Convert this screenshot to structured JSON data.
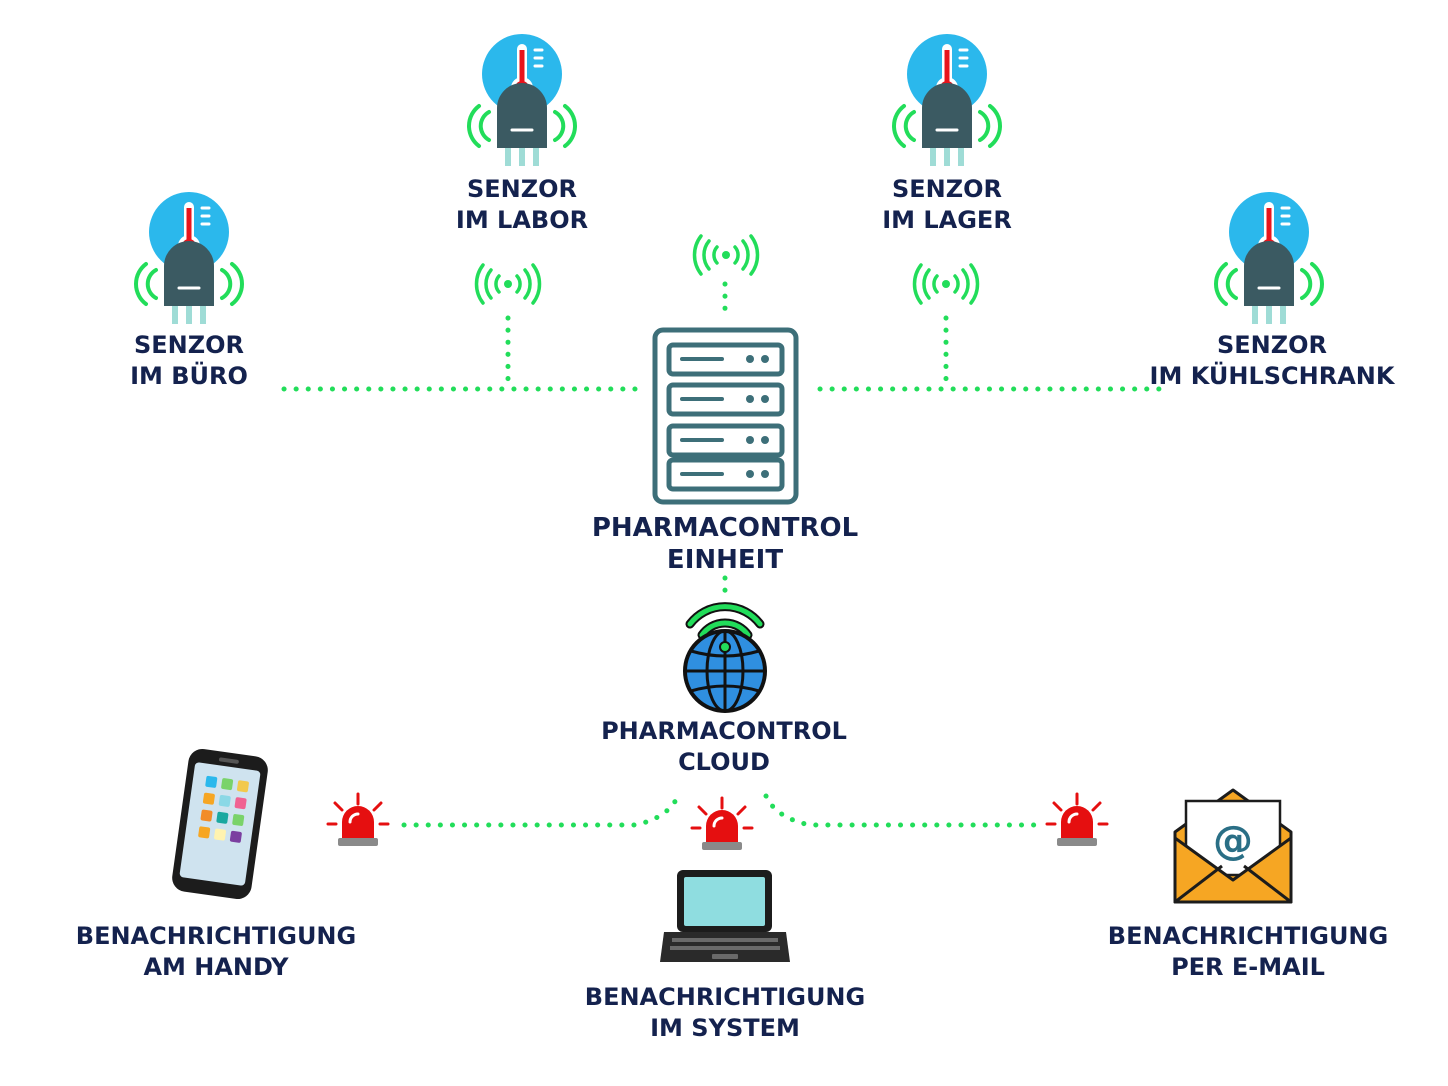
{
  "colors": {
    "navy": "#14224e",
    "signal_green": "#22dd5a",
    "sensor_blue": "#2bb8ec",
    "thermometer_red": "#e8141c",
    "device_slate": "#3b5a62",
    "server_teal": "#3d6f79",
    "alarm_red": "#e50f10",
    "envelope_orange": "#f6a623"
  },
  "sensors": [
    {
      "line1": "SENZOR",
      "line2": "IM BÜRO",
      "icon": "temperature-sensor-icon"
    },
    {
      "line1": "SENZOR",
      "line2": "IM LABOR",
      "icon": "temperature-sensor-icon"
    },
    {
      "line1": "SENZOR",
      "line2": "IM LAGER",
      "icon": "temperature-sensor-icon"
    },
    {
      "line1": "SENZOR",
      "line2": "IM KÜHLSCHRANK",
      "icon": "temperature-sensor-icon"
    }
  ],
  "unit": {
    "line1": "PHARMACONTROL",
    "line2": "EINHEIT",
    "icon": "server-rack-icon"
  },
  "cloud": {
    "line1": "PHARMACONTROL",
    "line2": "CLOUD",
    "icon": "wifi-globe-icon"
  },
  "notifications": [
    {
      "line1": "BENACHRICHTIGUNG",
      "line2": "AM HANDY",
      "icon": "smartphone-icon"
    },
    {
      "line1": "BENACHRICHTIGUNG",
      "line2": "IM SYSTEM",
      "icon": "laptop-icon"
    },
    {
      "line1": "BENACHRICHTIGUNG",
      "line2": "PER E-MAIL",
      "icon": "email-envelope-icon"
    }
  ],
  "alarm_icon": "alarm-siren-icon",
  "wifi_icon": "wifi-signal-icon"
}
